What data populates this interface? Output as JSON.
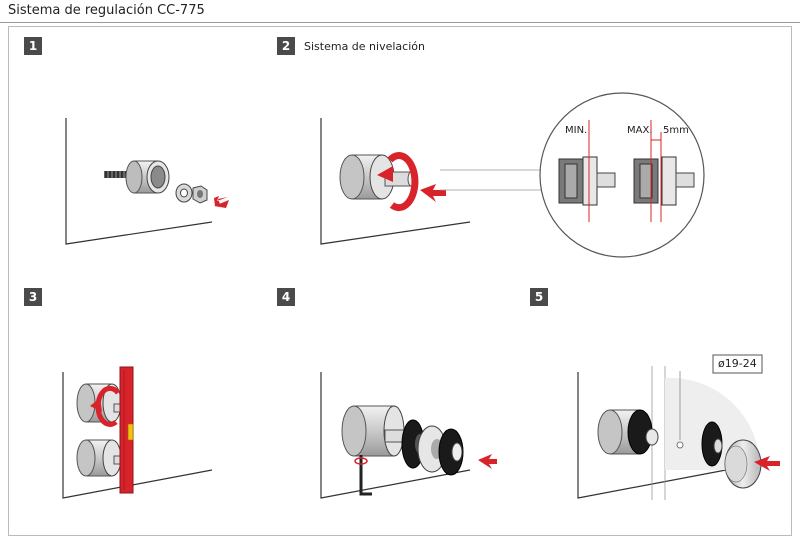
{
  "title": "Sistema de regulación CC-775",
  "steps": [
    {
      "number": "1"
    },
    {
      "number": "2",
      "caption": "Sistema de nivelación"
    },
    {
      "number": "3"
    },
    {
      "number": "4"
    },
    {
      "number": "5"
    }
  ],
  "detail": {
    "min_label": "MIN.",
    "max_label": "MAX.",
    "gap_label": "5mm"
  },
  "step5": {
    "diameter_label": "ø19-24"
  },
  "colors": {
    "accent_red": "#d8232a",
    "badge": "#4a4a4a",
    "metal": "#cfcfcf",
    "dark": "#1a1a1a"
  }
}
